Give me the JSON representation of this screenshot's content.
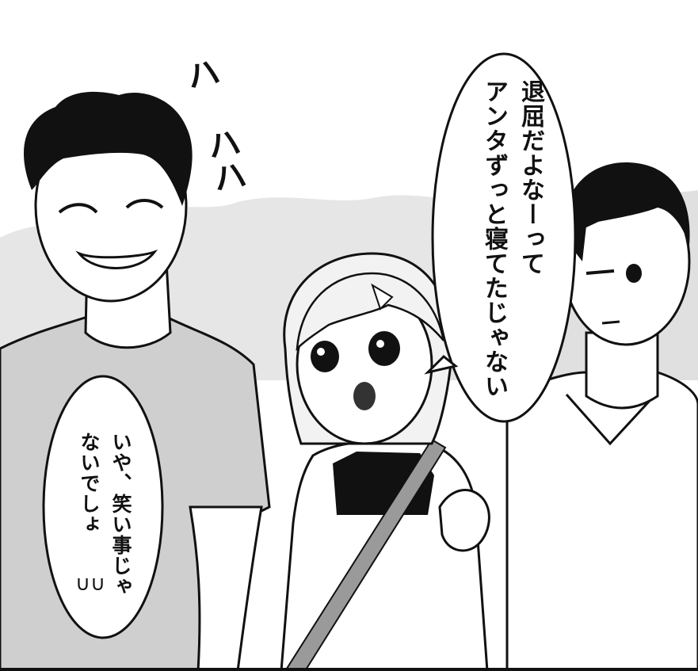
{
  "panel": {
    "speech_1": {
      "lines": [
        "退屈だよなーって",
        "アンタずっと寝てたじゃない"
      ]
    },
    "speech_2": {
      "lines": [
        "いや、笑い事じゃ",
        "ないでしょ"
      ]
    },
    "sfx_laugh": {
      "top": "ハ",
      "bottom": "ハハ"
    },
    "sweat_mark": "∪∪"
  },
  "colors": {
    "ink": "#111111",
    "paper": "#ffffff",
    "tone": "#dcdcdc"
  }
}
